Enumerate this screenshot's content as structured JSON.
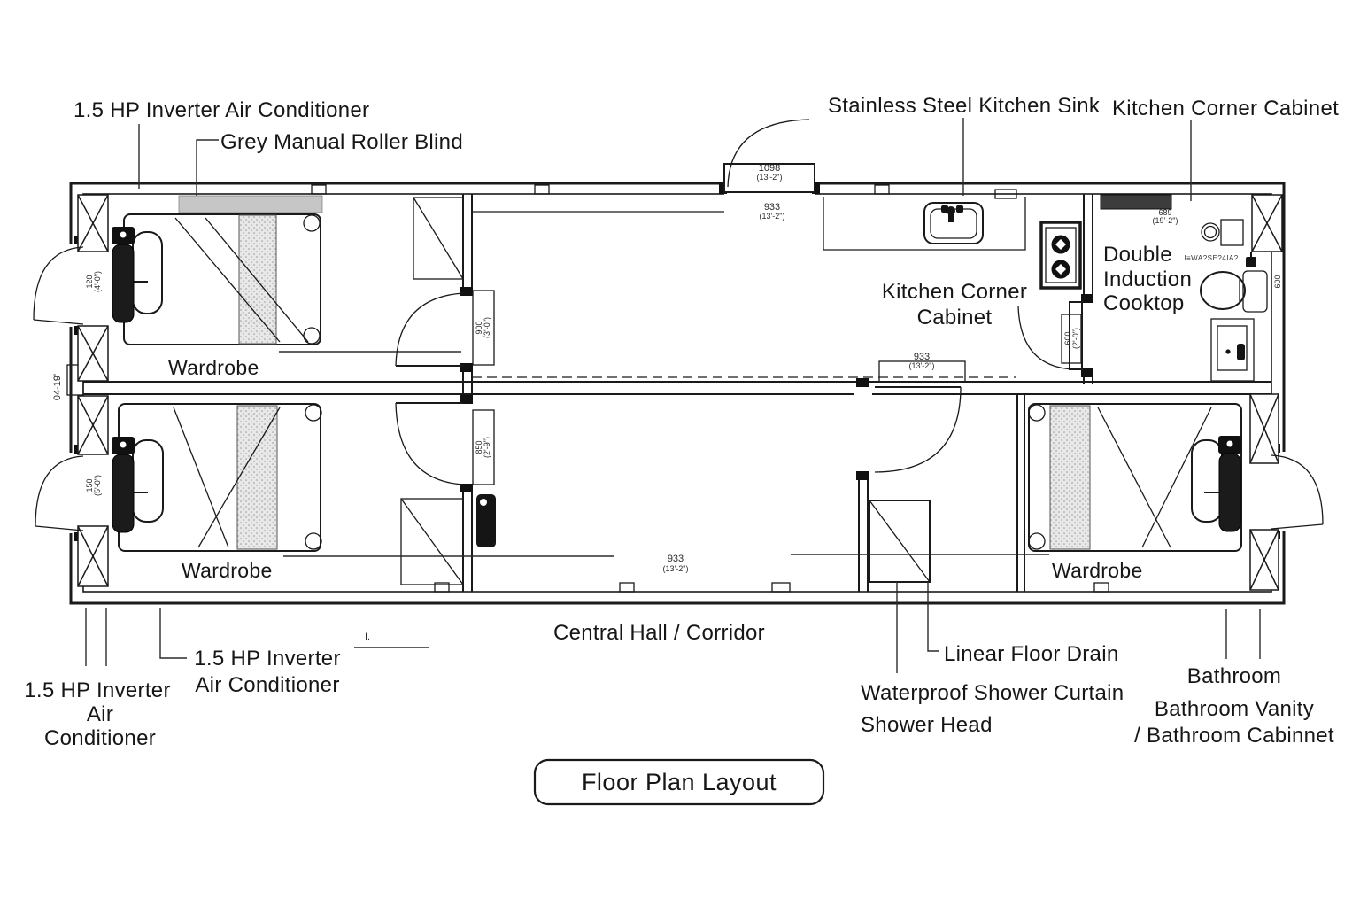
{
  "title": "Floor Plan Layout",
  "callouts": {
    "ac_top": "1.5 HP Inverter Air Conditioner",
    "roller_blind": "Grey Manual Roller Blind",
    "kitchen_sink": "Stainless Steel Kitchen Sink",
    "kitchen_corner_cabinet_top": "Kitchen Corner Cabinet",
    "kitchen_corner_cabinet_mid_l1": "Kitchen Corner",
    "kitchen_corner_cabinet_mid_l2": "Cabinet",
    "cooktop_l1": "Double",
    "cooktop_l2": "Induction",
    "cooktop_l3": "Cooktop",
    "wardrobe_top_left": "Wardrobe",
    "wardrobe_bottom_left": "Wardrobe",
    "wardrobe_bottom_right": "Wardrobe",
    "central_hall": "Central Hall / Corridor",
    "ac_bottom_left_l1": "1.5 HP Inverter",
    "ac_bottom_left_l2": "Air",
    "ac_bottom_left_l3": "Conditioner",
    "ac_bottom_mid_l1": "1.5 HP Inverter",
    "ac_bottom_mid_l2": "Air Conditioner",
    "linear_floor_drain": "Linear Floor Drain",
    "shower_curtain": "Waterproof Shower Curtain",
    "shower_head": "Shower Head",
    "bathroom": "Bathroom",
    "bathroom_vanity_l1": "Bathroom Vanity",
    "bathroom_vanity_l2": "/ Bathroom Cabinnet"
  },
  "dims": {
    "top_door": {
      "v": "1098",
      "ft": "(13'-2\")"
    },
    "top_inner": {
      "v": "933",
      "ft": "(13'-2\")"
    },
    "top_right": {
      "v": "689",
      "ft": "(19'-2\")"
    },
    "mid_right": {
      "v": "933",
      "ft": "(13'-2\")"
    },
    "hall": {
      "v": "933",
      "ft": "(13'-2\")"
    },
    "door_a1": {
      "v": "900",
      "ft": "(3'-0\")"
    },
    "door_a2": {
      "v": "850",
      "ft": "(2'-9\")"
    },
    "door_c": {
      "v": "600",
      "ft": "(2'-0\")"
    },
    "left_top": {
      "v": "120",
      "ft": "(4'-0\")"
    },
    "left_mid": {
      "v": "04-19'"
    },
    "left_bot": {
      "v": "150",
      "ft": "(5'-0\")"
    },
    "right_side": {
      "v": "600"
    },
    "garble_bath": "I≡WA?SE?4IA?",
    "garble_mark": "I."
  },
  "colors": {
    "ink": "#1a1a1a",
    "blind_grey": "#c6c6c6",
    "cabinet_dark": "#3c3c3c",
    "ac_dark": "#1b1b1b",
    "stipple_grey": "#e8e8e8"
  }
}
